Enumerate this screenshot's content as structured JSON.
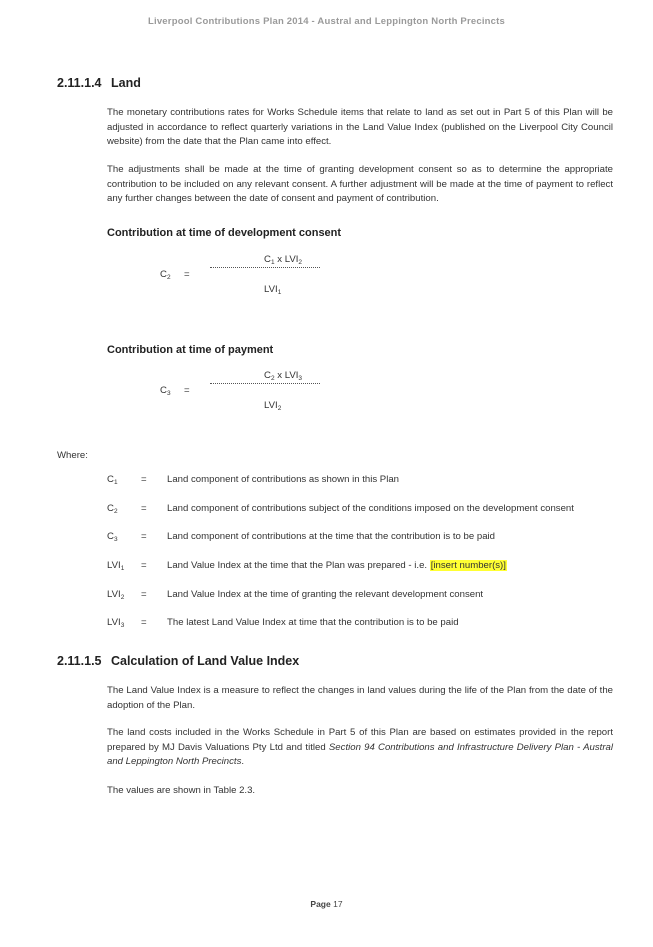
{
  "header": {
    "title": "Liverpool Contributions Plan 2014 - Austral and Leppington North Precincts"
  },
  "section_land": {
    "number": "2.11.1.4",
    "title": "Land",
    "para1": "The monetary contributions rates for Works Schedule items that relate to land as set out in Part 5 of this Plan will be adjusted in accordance to reflect quarterly variations in the Land Value Index (published on the Liverpool City Council website) from the date that the Plan came into effect.",
    "para2": "The adjustments shall be made at the time of granting development consent so as to determine the appropriate contribution to be included on any relevant consent. A further adjustment will be made at the time of payment to reflect any further changes between the date of consent and payment of contribution."
  },
  "formula1": {
    "heading": "Contribution at time of development consent",
    "lhs_base": "C",
    "lhs_sub": "2",
    "eq": "=",
    "num_a_base": "C",
    "num_a_sub": "1",
    "num_mid": " x LVI",
    "num_b_sub": "2",
    "den_base": "LVI",
    "den_sub": "1"
  },
  "formula2": {
    "heading": "Contribution at time of payment",
    "lhs_base": "C",
    "lhs_sub": "3",
    "eq": "=",
    "num_a_base": "C",
    "num_a_sub": "2",
    "num_mid": " x LVI",
    "num_b_sub": "3",
    "den_base": "LVI",
    "den_sub": "2"
  },
  "where_label": "Where:",
  "definitions": [
    {
      "sym_base": "C",
      "sym_sub": "1",
      "eq": "=",
      "text": "Land component of contributions as shown in this Plan",
      "highlight": ""
    },
    {
      "sym_base": "C",
      "sym_sub": "2",
      "eq": "=",
      "text": "Land component of contributions subject of the conditions imposed on the development consent",
      "highlight": ""
    },
    {
      "sym_base": "C",
      "sym_sub": "3",
      "eq": "=",
      "text": "Land component of contributions at the time that the contribution is to be paid",
      "highlight": ""
    },
    {
      "sym_base": "LVI",
      "sym_sub": "1",
      "eq": "=",
      "text": "Land Value Index at the time that the Plan was prepared - i.e. ",
      "highlight": "[insert number(s)]"
    },
    {
      "sym_base": "LVI",
      "sym_sub": "2",
      "eq": "=",
      "text": "Land Value Index at the time of granting the relevant development consent",
      "highlight": ""
    },
    {
      "sym_base": "LVI",
      "sym_sub": "3",
      "eq": "=",
      "text": "The latest Land Value Index at time that the contribution is to be paid",
      "highlight": ""
    }
  ],
  "section_lvi": {
    "number": "2.11.1.5",
    "title": "Calculation of Land Value Index",
    "para1": "The Land Value Index is a measure to reflect the changes in land values during the life of the Plan from the date of the adoption of the Plan.",
    "para2_a": "The land costs included in the Works Schedule in Part 5 of this Plan are based on estimates provided in the report prepared by MJ Davis Valuations Pty Ltd and titled ",
    "para2_italic": "Section 94 Contributions and Infrastructure Delivery Plan - Austral and Leppington North Precincts",
    "para2_b": ".",
    "para3": "The values are shown in Table 2.3."
  },
  "footer": {
    "label": "Page",
    "number": "17"
  }
}
